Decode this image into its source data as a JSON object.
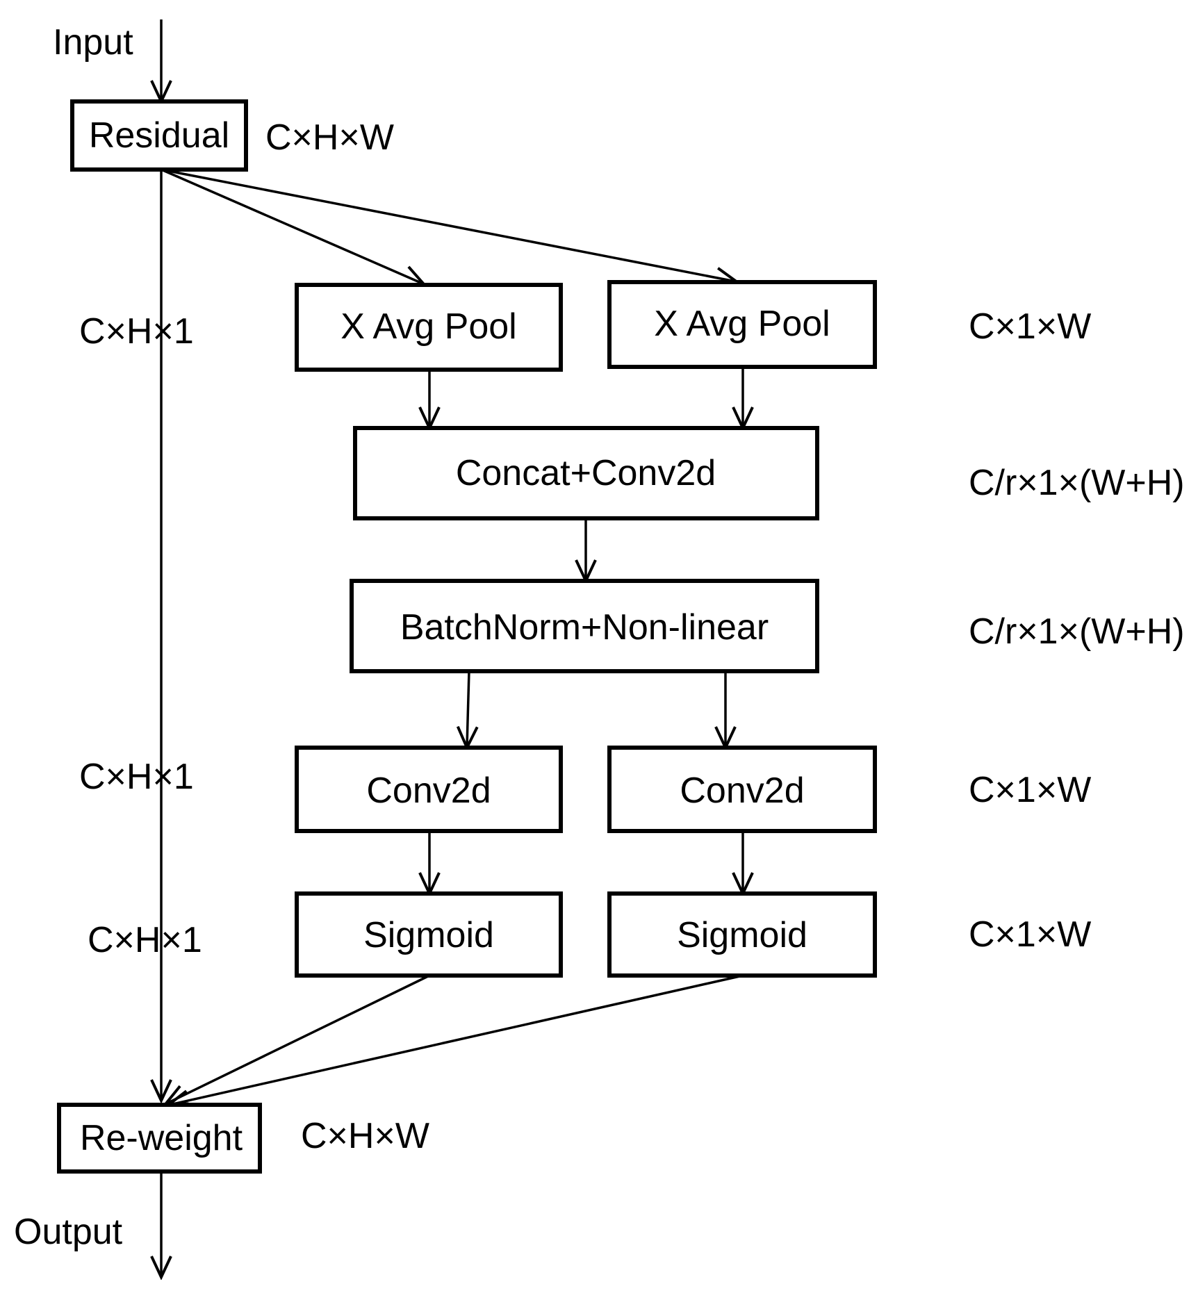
{
  "diagram": {
    "input_label": "Input",
    "output_label": "Output",
    "nodes": {
      "residual": "Residual",
      "x_avg_pool_left": "X Avg Pool",
      "x_avg_pool_right": "X Avg Pool",
      "concat_conv2d": "Concat+Conv2d",
      "batchnorm_nonlinear": "BatchNorm+Non-linear",
      "conv2d_left": "Conv2d",
      "conv2d_right": "Conv2d",
      "sigmoid_left": "Sigmoid",
      "sigmoid_right": "Sigmoid",
      "reweight": "Re-weight"
    },
    "dims": {
      "residual": "C×H×W",
      "pool_left": "C×H×1",
      "pool_right": "C×1×W",
      "concat": "C/r×1×(W+H)",
      "batchnorm": "C/r×1×(W+H)",
      "conv_left": "C×H×1",
      "conv_right": "C×1×W",
      "sigmoid_left": "C×H×1",
      "sigmoid_right": "C×1×W",
      "reweight": "C×H×W"
    }
  }
}
